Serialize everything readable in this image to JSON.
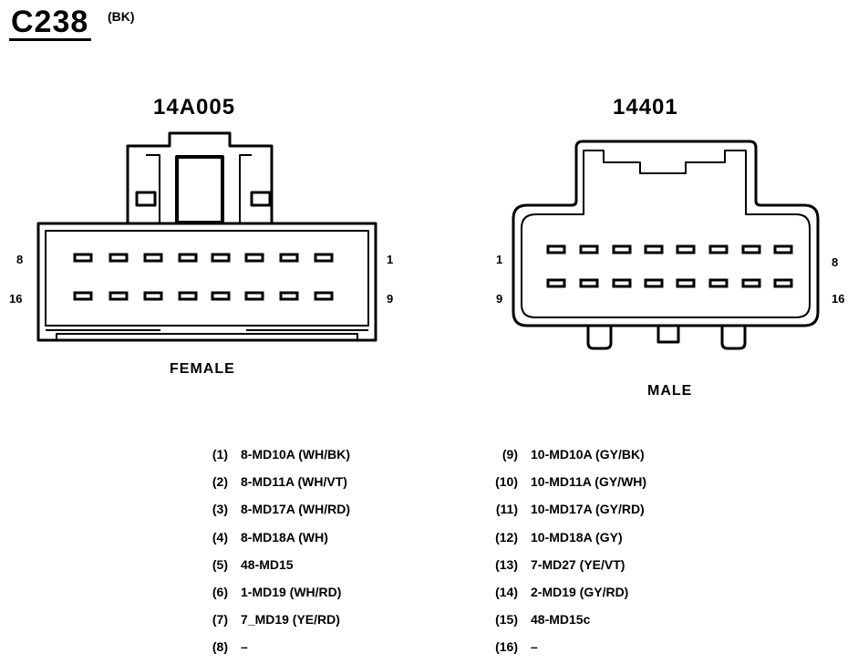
{
  "header": {
    "connector_id": "C238",
    "color_code": "(BK)"
  },
  "female": {
    "part_number": "14A005",
    "label": "FEMALE",
    "pins": {
      "top_left": "8",
      "top_right": "1",
      "bottom_left": "16",
      "bottom_right": "9"
    }
  },
  "male": {
    "part_number": "14401",
    "label": "MALE",
    "pins": {
      "top_left": "1",
      "top_right": "8",
      "bottom_left": "9",
      "bottom_right": "16"
    }
  },
  "circuits": [
    {
      "pin": "(1)",
      "circuit": "8-MD10A (WH/BK)"
    },
    {
      "pin": "(2)",
      "circuit": "8-MD11A (WH/VT)"
    },
    {
      "pin": "(3)",
      "circuit": "8-MD17A (WH/RD)"
    },
    {
      "pin": "(4)",
      "circuit": "8-MD18A (WH)"
    },
    {
      "pin": "(5)",
      "circuit": "48-MD15"
    },
    {
      "pin": "(6)",
      "circuit": "1-MD19 (WH/RD)"
    },
    {
      "pin": "(7)",
      "circuit": "7_MD19 (YE/RD)"
    },
    {
      "pin": "(8)",
      "circuit": "–"
    },
    {
      "pin": "(9)",
      "circuit": "10-MD10A (GY/BK)"
    },
    {
      "pin": "(10)",
      "circuit": "10-MD11A (GY/WH)"
    },
    {
      "pin": "(11)",
      "circuit": "10-MD17A (GY/RD)"
    },
    {
      "pin": "(12)",
      "circuit": "10-MD18A (GY)"
    },
    {
      "pin": "(13)",
      "circuit": "7-MD27 (YE/VT)"
    },
    {
      "pin": "(14)",
      "circuit": "2-MD19 (GY/RD)"
    },
    {
      "pin": "(15)",
      "circuit": "48-MD15c"
    },
    {
      "pin": "(16)",
      "circuit": "–"
    }
  ]
}
